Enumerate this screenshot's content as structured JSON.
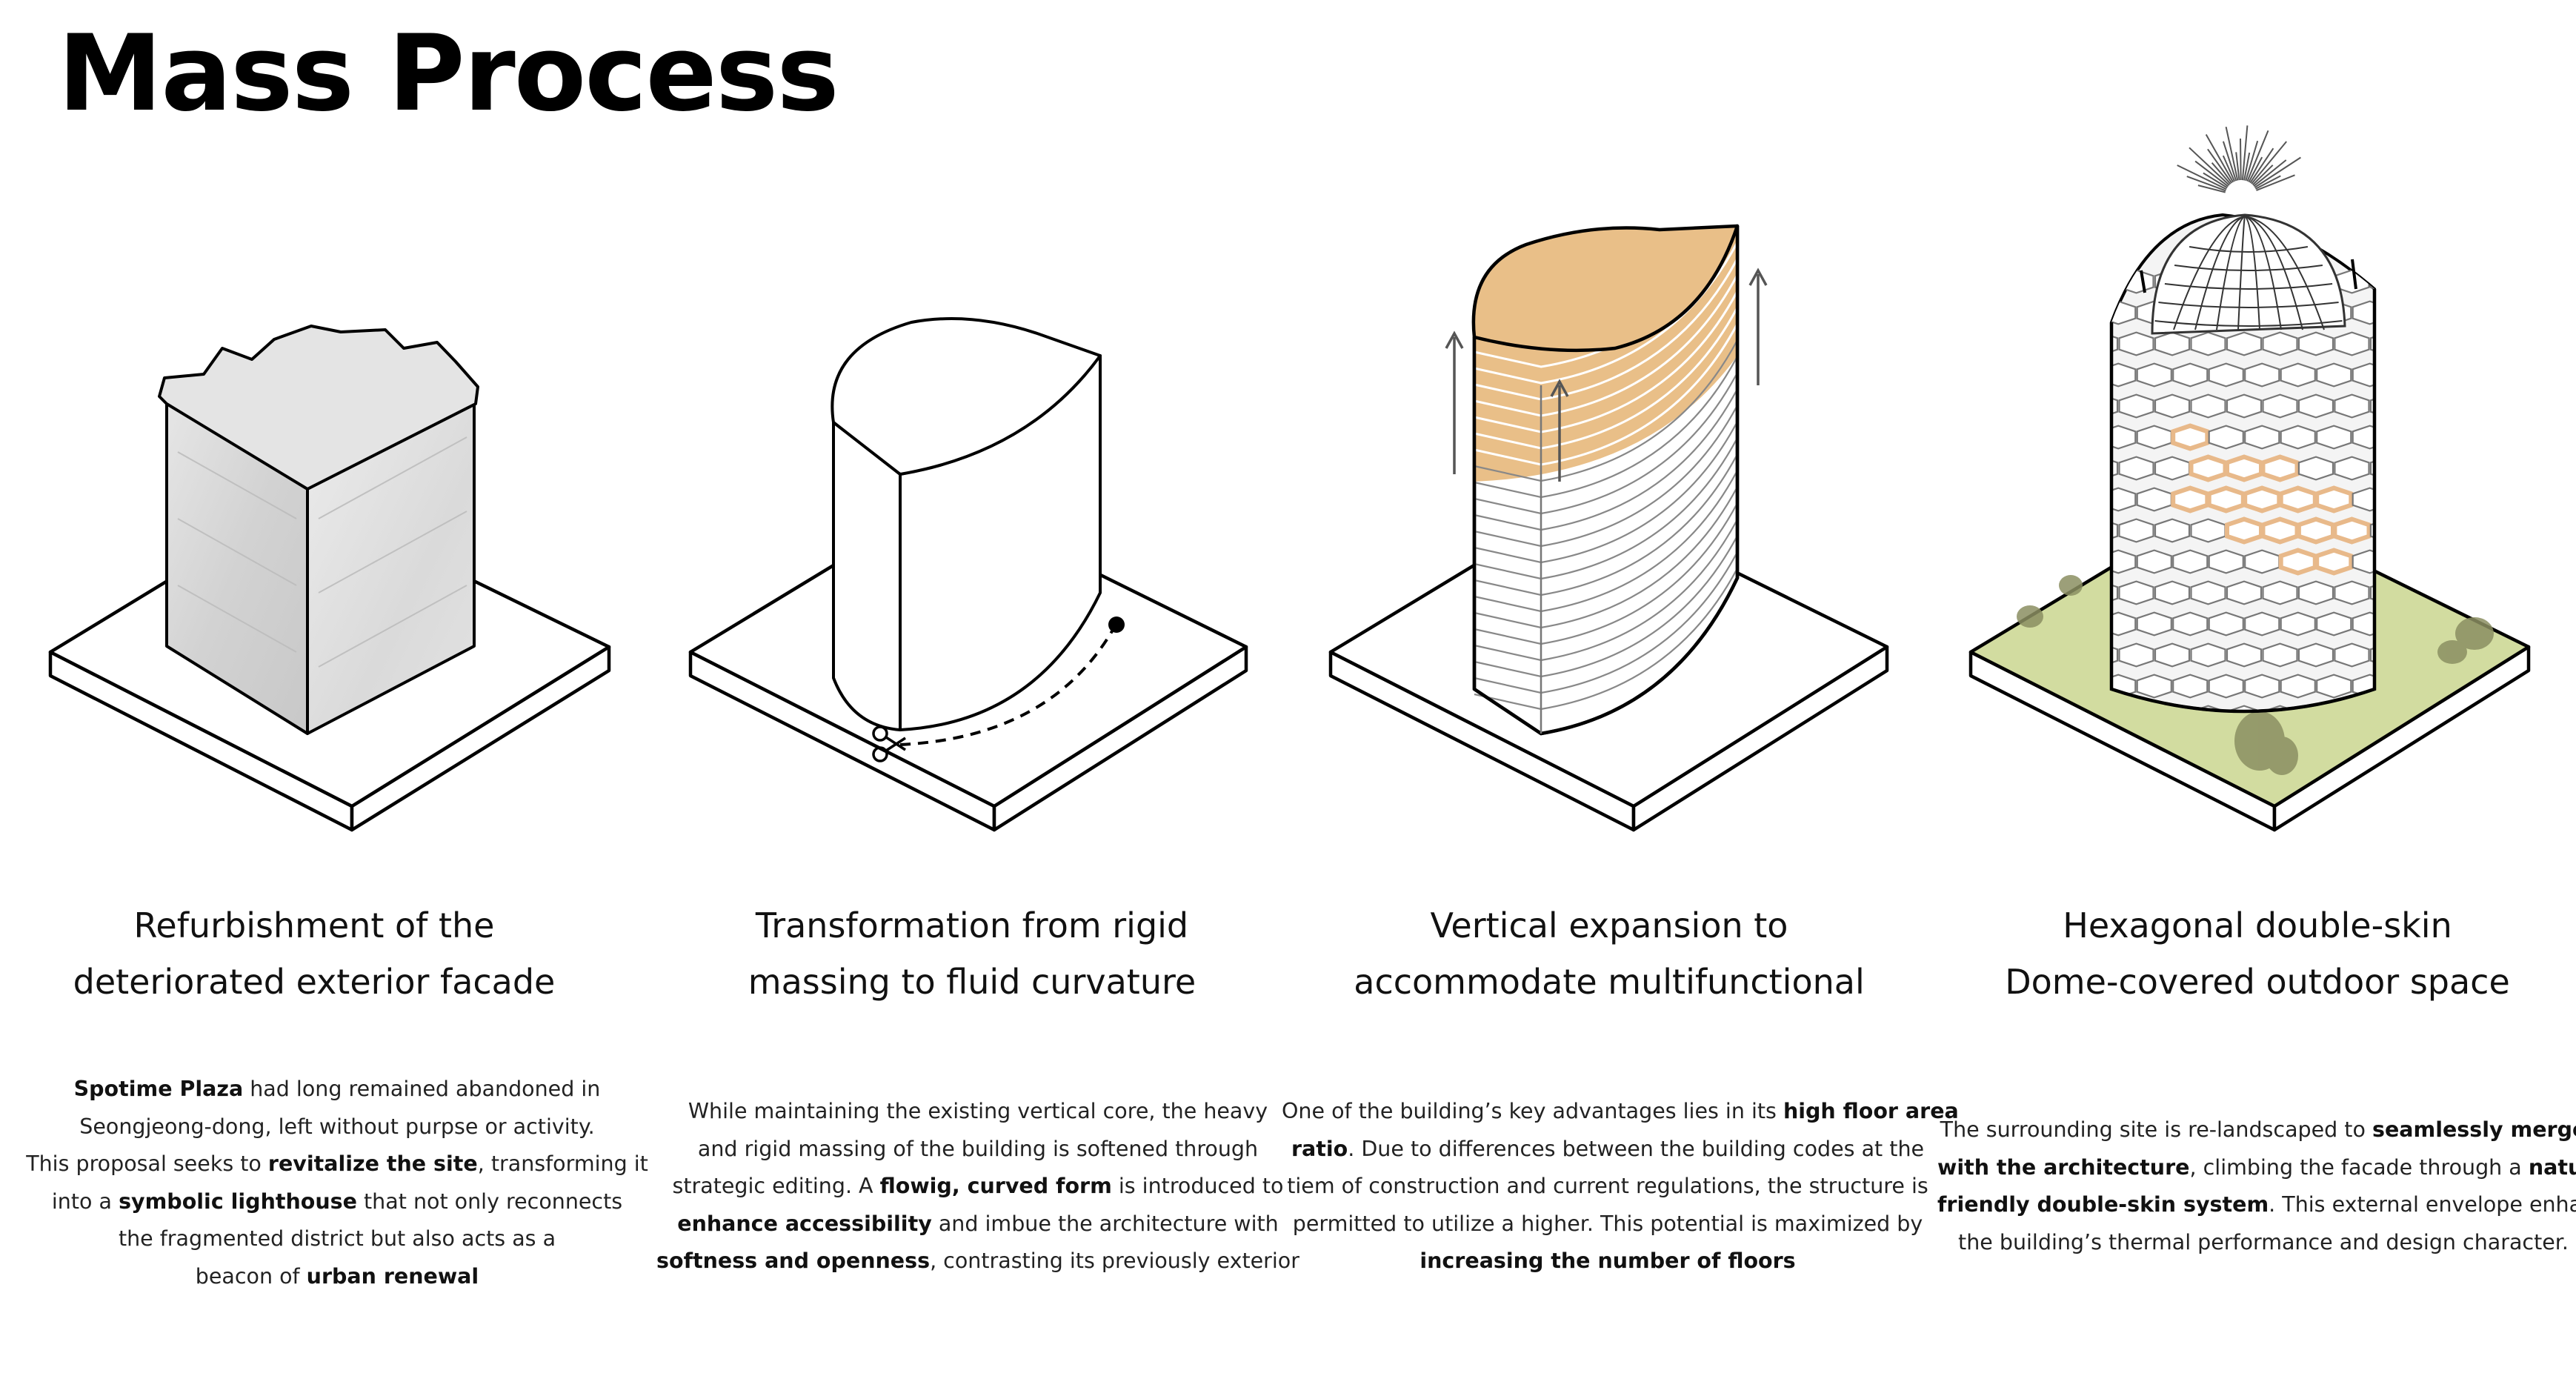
{
  "title": "Mass Process",
  "steps": [
    {
      "heading": [
        "Refurbishment of the",
        "deteriorated exterior facade"
      ],
      "desc": [
        [
          {
            "t": "Spotime Plaza",
            "b": true
          },
          {
            "t": " had long remained abandoned in"
          }
        ],
        [
          {
            "t": "Seongjeong-dong, left without purpse or activity."
          }
        ],
        [
          {
            "t": "This proposal seeks to "
          },
          {
            "t": "revitalize the site",
            "b": true
          },
          {
            "t": ", transforming it"
          }
        ],
        [
          {
            "t": "into a "
          },
          {
            "t": "symbolic lighthouse",
            "b": true
          },
          {
            "t": " that not only reconnects"
          }
        ],
        [
          {
            "t": "the fragmented district but also acts as a"
          }
        ],
        [
          {
            "t": "beacon of "
          },
          {
            "t": "urban renewal",
            "b": true
          }
        ]
      ]
    },
    {
      "heading": [
        "Transformation from rigid",
        "massing to fluid curvature"
      ],
      "desc": [
        [
          {
            "t": "While maintaining the existing vertical core, the heavy"
          }
        ],
        [
          {
            "t": "and rigid massing of the building is softened through"
          }
        ],
        [
          {
            "t": "strategic editing. A "
          },
          {
            "t": "flowig, curved form",
            "b": true
          },
          {
            "t": " is introduced to"
          }
        ],
        [
          {
            "t": "enhance accessibility",
            "b": true
          },
          {
            "t": " and imbue the architecture with"
          }
        ],
        [
          {
            "t": "softness and openness",
            "b": true
          },
          {
            "t": ", contrasting its previously exterior"
          }
        ]
      ]
    },
    {
      "heading": [
        "Vertical expansion to",
        "accommodate multifunctional"
      ],
      "desc": [
        [
          {
            "t": "One of the building’s key advantages lies in its "
          },
          {
            "t": "high floor area",
            "b": true
          }
        ],
        [
          {
            "t": "ratio",
            "b": true
          },
          {
            "t": ". Due to differences between the building codes at the"
          }
        ],
        [
          {
            "t": "tiem of construction and current regulations, the structure is"
          }
        ],
        [
          {
            "t": "permitted to utilize a higher. This potential is maximized by"
          }
        ],
        [
          {
            "t": "increasing the number of floors",
            "b": true
          }
        ]
      ]
    },
    {
      "heading": [
        "Hexagonal double-skin",
        "Dome-covered outdoor space"
      ],
      "desc": [
        [
          {
            "t": "The surrounding site is re-landscaped to "
          },
          {
            "t": "seamlessly merge",
            "b": true
          }
        ],
        [
          {
            "t": "with the architecture",
            "b": true
          },
          {
            "t": ", climbing the facade through a "
          },
          {
            "t": "nature-",
            "b": true
          }
        ],
        [
          {
            "t": "friendly double-skin system",
            "b": true
          },
          {
            "t": ". This external envelope enhances"
          }
        ],
        [
          {
            "t": "the building’s thermal performance and design character."
          }
        ]
      ]
    }
  ],
  "colors": {
    "ink": "#111111",
    "concrete": "#d9d9d9",
    "expansion": "#e9bf88",
    "hex_accent": "#e8b98a",
    "grass": "#d2dca0",
    "tree": "#8b8f62"
  }
}
